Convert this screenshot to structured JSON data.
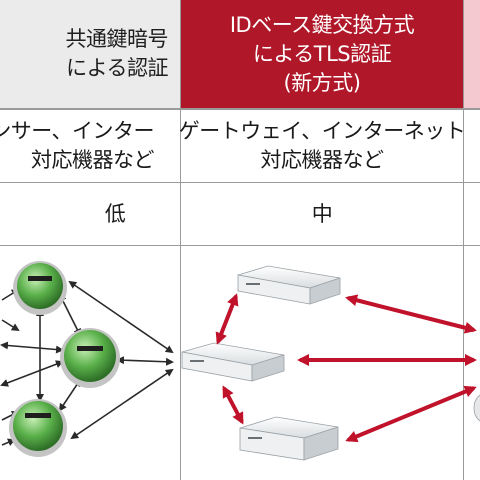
{
  "header": {
    "left": [
      "共通鍵暗号",
      "による認証"
    ],
    "middle": [
      "IDベース鍵交換方式",
      "によるTLS認証",
      "(新方式)"
    ]
  },
  "devices_row": {
    "left": [
      "センサー、インター",
      "対応機器など"
    ],
    "middle": [
      "ゲートウェイ、インターネット",
      "対応機器など"
    ]
  },
  "cost_row": {
    "left": "低",
    "middle": "中"
  },
  "colors": {
    "accent_red": "#b0182a",
    "header_gray": "#ebebeb",
    "arrow_red": "#c0122a",
    "node_green": "#5ab04a"
  },
  "icons": [
    "green-node-icon",
    "gateway-device-icon"
  ]
}
